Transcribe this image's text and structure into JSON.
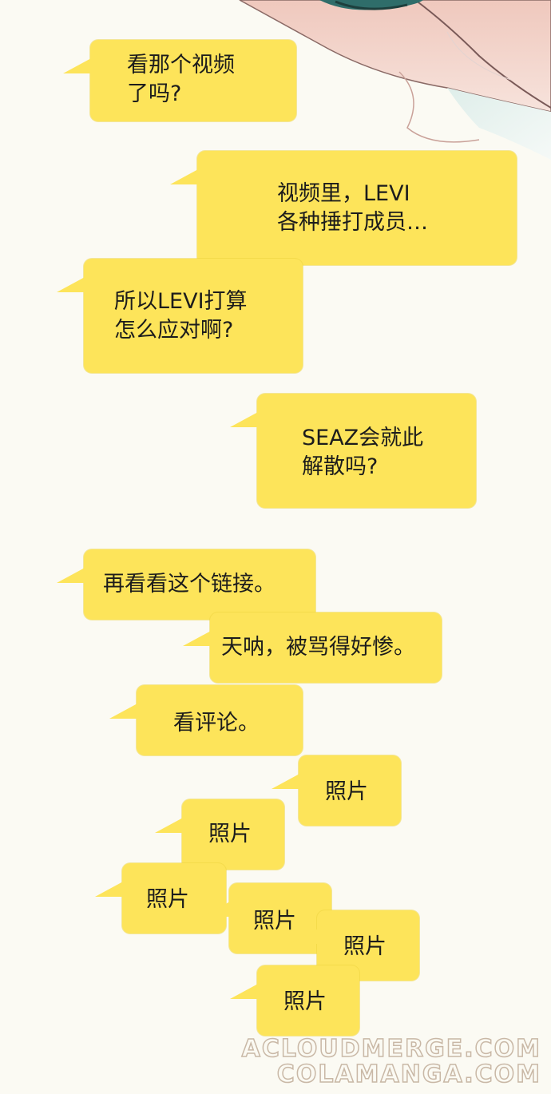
{
  "messages": [
    {
      "text": "看那个视频\n了吗?"
    },
    {
      "text": "视频里，LEVI\n各种捶打成员…"
    },
    {
      "text": "所以LEVI打算\n怎么应对啊?"
    },
    {
      "text": "SEAZ会就此\n解散吗?"
    },
    {
      "text": "再看看这个链接。"
    },
    {
      "text": "天呐，被骂得好惨。"
    },
    {
      "text": "看评论。"
    },
    {
      "text": "照片"
    },
    {
      "text": "照片"
    },
    {
      "text": "照片"
    },
    {
      "text": "照片"
    },
    {
      "text": "照片"
    },
    {
      "text": "照片"
    }
  ],
  "watermark": {
    "line1": "ACLOUDMERGE.COM",
    "line2": "COLAMANGA.COM"
  },
  "colors": {
    "bubble": "#fde45a",
    "background": "#fbfaf3"
  }
}
